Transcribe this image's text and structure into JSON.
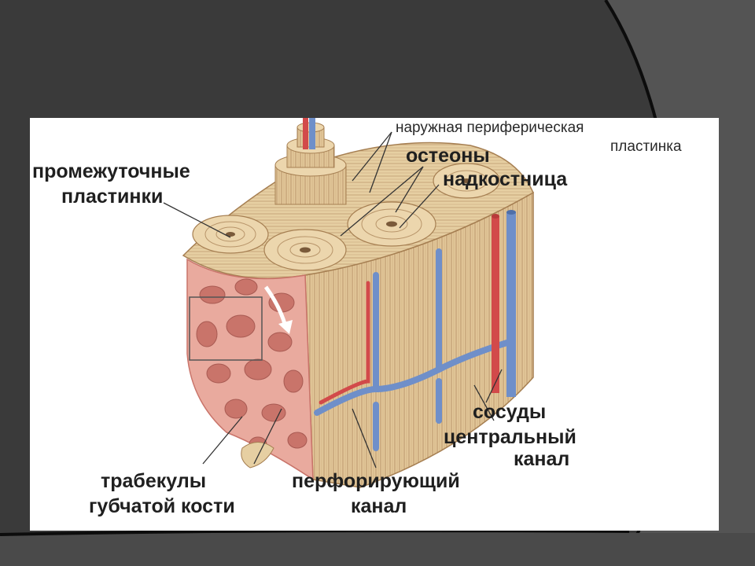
{
  "labels": {
    "outer_lamellae_l1": "наружная периферическая",
    "outer_lamellae_l2": "пластинка",
    "osteons": "остеоны",
    "periosteum": "надкостница",
    "interstitial_l1": "промежуточные",
    "interstitial_l2": "пластинки",
    "vessels": "сосуды",
    "central_canal_l1": "центральный",
    "central_canal_l2": "канал",
    "trabeculae_l1": "трабекулы",
    "trabeculae_l2": "губчатой кости",
    "perforating_l1": "перфорирующий",
    "perforating_l2": "канал"
  },
  "colors": {
    "slide_background": "#3a3a3a",
    "bone_tan": "#e6cfa2",
    "bone_line": "#b8956a",
    "spongy_pink": "#e9aa9e",
    "spongy_dark": "#c9746a",
    "artery_red": "#d24a4a",
    "vein_blue": "#6f8fc9"
  }
}
